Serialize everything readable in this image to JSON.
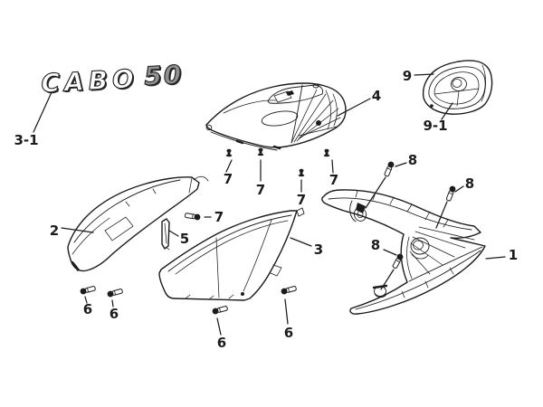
{
  "colors": {
    "ink": "#1c1c1c",
    "background": "#ffffff",
    "logo_fill": "#ffffff",
    "logo_number_fill": "#909090"
  },
  "logo": {
    "brand": "CABO",
    "model": "50"
  },
  "callouts": [
    {
      "label": "3-1"
    },
    {
      "label": "2"
    },
    {
      "label": "5"
    },
    {
      "label": "3"
    },
    {
      "label": "4"
    },
    {
      "label": "9"
    },
    {
      "label": "9-1"
    },
    {
      "label": "1"
    },
    {
      "label": "8"
    },
    {
      "label": "8"
    },
    {
      "label": "8"
    },
    {
      "label": "7"
    },
    {
      "label": "7"
    },
    {
      "label": "7"
    },
    {
      "label": "7"
    },
    {
      "label": "7"
    },
    {
      "label": "6"
    },
    {
      "label": "6"
    },
    {
      "label": "6"
    },
    {
      "label": "6"
    }
  ]
}
